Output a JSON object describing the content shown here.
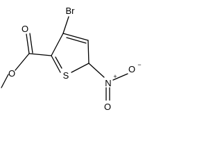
{
  "molecule": {
    "atoms": {
      "br": "Br",
      "s": "S",
      "carbonyl_o": "O",
      "ester_o": "O",
      "n": "N",
      "n_charge": "+",
      "nitro_o_double": "O",
      "nitro_o_minus": "O",
      "o_charge": "−"
    }
  }
}
